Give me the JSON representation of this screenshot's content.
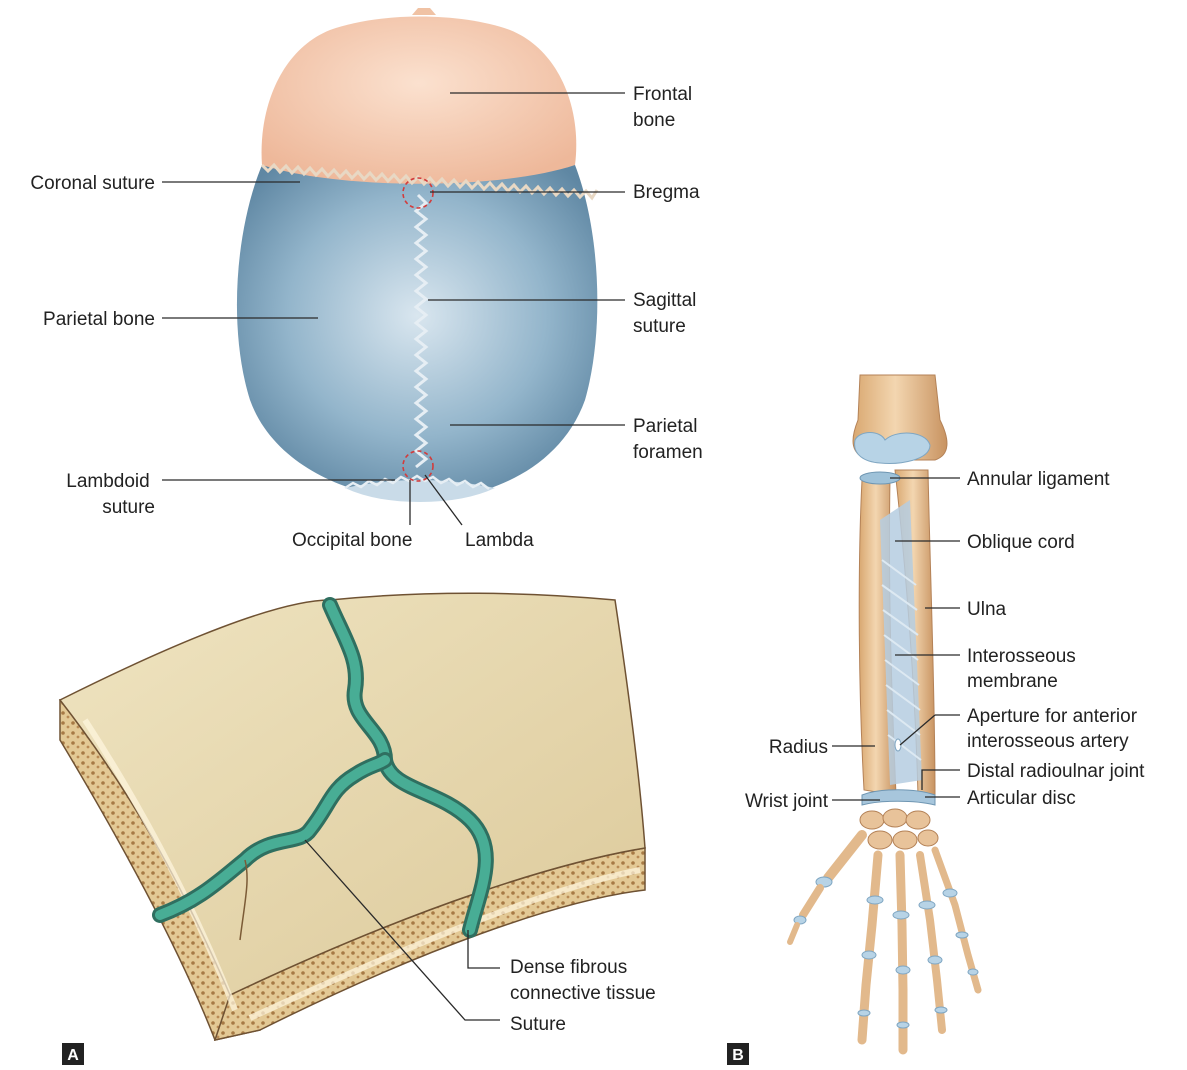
{
  "panel_a": {
    "letter": "A",
    "skull_labels": {
      "frontal_bone": [
        "Frontal",
        "bone"
      ],
      "coronal_suture": "Coronal suture",
      "bregma": "Bregma",
      "parietal_bone": "Parietal bone",
      "sagittal_suture": [
        "Sagittal",
        "suture"
      ],
      "parietal_foramen": [
        "Parietal",
        "foramen"
      ],
      "lambdoid_suture": [
        "Lambdoid",
        "suture"
      ],
      "occipital_bone": "Occipital bone",
      "lambda": "Lambda"
    },
    "section_labels": {
      "dense_fibrous": [
        "Dense fibrous",
        "connective tissue"
      ],
      "suture": "Suture"
    }
  },
  "panel_b": {
    "letter": "B",
    "labels": {
      "annular_ligament": "Annular ligament",
      "oblique_cord": "Oblique cord",
      "ulna": "Ulna",
      "interosseous_membrane": [
        "Interosseous",
        "membrane"
      ],
      "aperture": [
        "Aperture for anterior",
        "interosseous artery"
      ],
      "radius": "Radius",
      "distal_radioulnar_joint": "Distal radioulnar joint",
      "wrist_joint": "Wrist joint",
      "articular_disc": "Articular disc"
    }
  },
  "colors": {
    "frontal_bone": "#f2c4a8",
    "parietal_bone": "#7ea4be",
    "bone_beige": "#e8d9ae",
    "suture_teal": "#3f9f8a",
    "membrane_blue": "#b5cde0",
    "panel_letter_bg": "#222222"
  }
}
